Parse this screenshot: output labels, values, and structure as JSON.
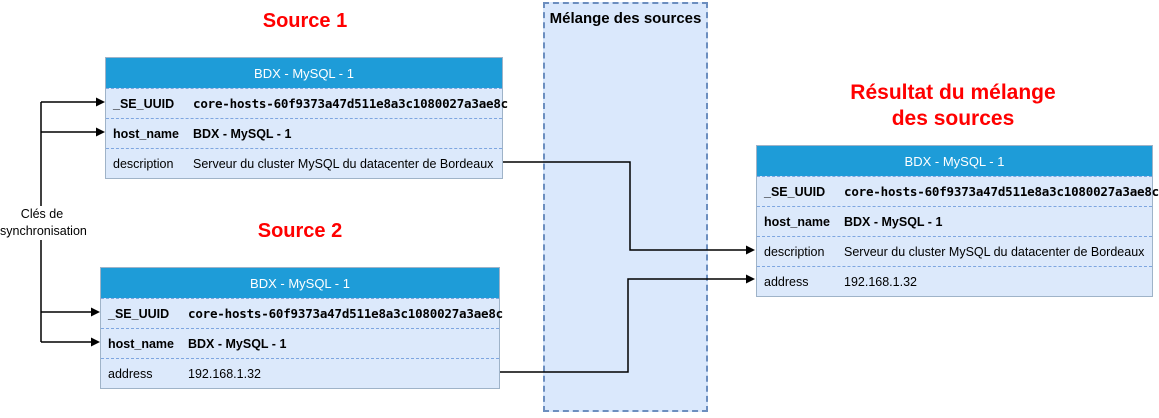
{
  "colors": {
    "header_blue": "#1e9cd8",
    "row_bg": "#dce9fb",
    "row_divider": "#7ea6e0",
    "table_border": "#9fb3c8",
    "merge_box_fill": "#dae8fc",
    "merge_box_border": "#6c8ebf",
    "title_red": "#ff0000",
    "line_color": "#000000"
  },
  "sync_label": {
    "line1": "Clés de",
    "line2": "synchronisation"
  },
  "merge_box": {
    "title": "Mélange des sources"
  },
  "source1": {
    "title": "Source 1",
    "table": {
      "header": "BDX - MySQL - 1",
      "rows": [
        {
          "key": "_SE_UUID",
          "value": "core-hosts-60f9373a47d511e8a3c1080027a3ae8c"
        },
        {
          "key": "host_name",
          "value": "BDX - MySQL - 1"
        },
        {
          "key": "description",
          "value": "Serveur du cluster MySQL du datacenter de Bordeaux"
        }
      ]
    }
  },
  "source2": {
    "title": "Source 2",
    "table": {
      "header": "BDX - MySQL - 1",
      "rows": [
        {
          "key": "_SE_UUID",
          "value": "core-hosts-60f9373a47d511e8a3c1080027a3ae8c"
        },
        {
          "key": "host_name",
          "value": "BDX - MySQL - 1"
        },
        {
          "key": "address",
          "value": "192.168.1.32"
        }
      ]
    }
  },
  "result": {
    "title_line1": "Résultat du mélange",
    "title_line2": "des sources",
    "table": {
      "header": "BDX - MySQL - 1",
      "rows": [
        {
          "key": "_SE_UUID",
          "value": "core-hosts-60f9373a47d511e8a3c1080027a3ae8c"
        },
        {
          "key": "host_name",
          "value": "BDX - MySQL - 1"
        },
        {
          "key": "description",
          "value": "Serveur du cluster MySQL du datacenter de Bordeaux"
        },
        {
          "key": "address",
          "value": "192.168.1.32"
        }
      ]
    }
  }
}
